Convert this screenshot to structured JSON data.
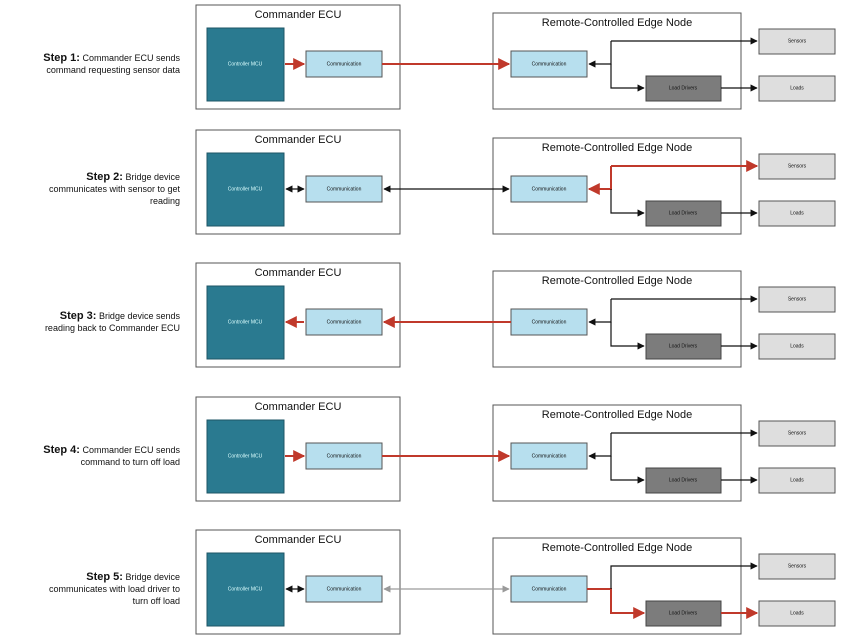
{
  "colors": {
    "mcu_fill": "#2a7a90",
    "comm_fill": "#b7dfee",
    "driver_fill": "#7c7c7c",
    "ext_fill": "#dedede",
    "active": "#c0392b",
    "idle": "#111111",
    "idle_gray": "#9a9a9a"
  },
  "labels": {
    "ecu_title": "Commander ECU",
    "node_title": "Remote-Controlled Edge Node",
    "mcu": "Controller MCU",
    "comm": "Communication",
    "driver": "Load Drivers",
    "sensors": "Sensors",
    "loads": "Loads"
  },
  "steps": [
    {
      "name": "Step 1:",
      "text": [
        "Commander ECU sends",
        "command requesting sensor data"
      ],
      "mcu_link": "to-mcu-right",
      "bus": "to-node",
      "bus_style": "active",
      "branch": "none"
    },
    {
      "name": "Step 2:",
      "text": [
        "Bridge device",
        "communicates with sensor to get",
        "reading"
      ],
      "mcu_link": "both",
      "bus": "both",
      "bus_style": "idle",
      "branch": "sensors"
    },
    {
      "name": "Step 3:",
      "text": [
        "Bridge device sends",
        "reading back to Commander ECU"
      ],
      "mcu_link": "to-mcu-left",
      "bus": "to-ecu",
      "bus_style": "active",
      "branch": "none"
    },
    {
      "name": "Step 4:",
      "text": [
        "Commander ECU sends",
        "command to turn off load"
      ],
      "mcu_link": "to-mcu-right",
      "bus": "to-node",
      "bus_style": "active",
      "branch": "none"
    },
    {
      "name": "Step 5:",
      "text": [
        "Bridge device",
        "communicates with load driver to",
        "turn off load"
      ],
      "mcu_link": "both",
      "bus": "both",
      "bus_style": "gray",
      "branch": "loads"
    }
  ]
}
